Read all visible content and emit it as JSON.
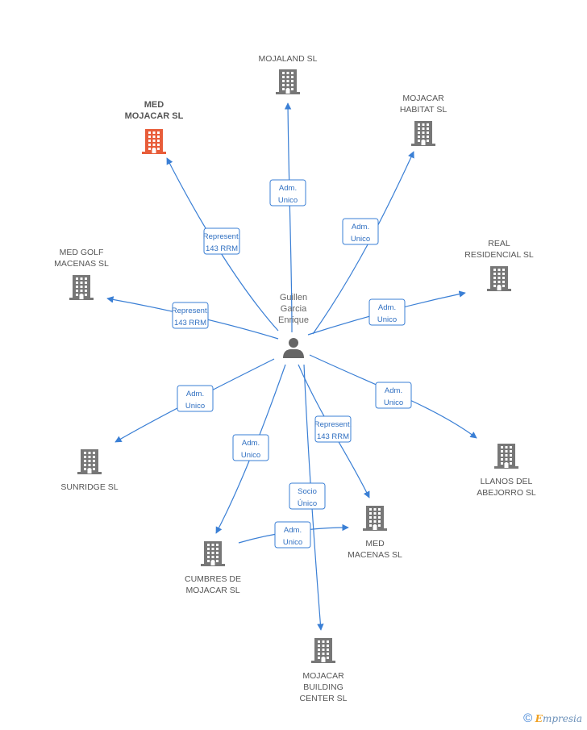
{
  "person": {
    "lines": [
      "Guillen",
      "Garcia",
      "Enrique"
    ]
  },
  "colors": {
    "accent": "#3a7fd5",
    "building": "#777777",
    "highlight": "#e85d3a"
  },
  "icons": {
    "company": "building-icon",
    "person": "person-icon"
  },
  "nodes": [
    {
      "id": "mojaland",
      "lines": [
        "MOJALAND SL"
      ]
    },
    {
      "id": "mojacar-habitat",
      "lines": [
        "MOJACAR",
        "HABITAT SL"
      ]
    },
    {
      "id": "med-mojacar",
      "lines": [
        "MED",
        "MOJACAR SL"
      ],
      "highlight": true
    },
    {
      "id": "real-residencial",
      "lines": [
        "REAL",
        "RESIDENCIAL SL"
      ]
    },
    {
      "id": "med-golf-macenas",
      "lines": [
        "MED GOLF",
        "MACENAS SL"
      ]
    },
    {
      "id": "sunridge",
      "lines": [
        "SUNRIDGE SL"
      ]
    },
    {
      "id": "llanos-abejorro",
      "lines": [
        "LLANOS DEL",
        "ABEJORRO SL"
      ]
    },
    {
      "id": "med-macenas",
      "lines": [
        "MED",
        "MACENAS SL"
      ]
    },
    {
      "id": "cumbres-mojacar",
      "lines": [
        "CUMBRES DE",
        "MOJACAR SL"
      ]
    },
    {
      "id": "mojacar-building",
      "lines": [
        "MOJACAR",
        "BUILDING",
        "CENTER  SL"
      ]
    }
  ],
  "edges": [
    {
      "lines": [
        "Adm.",
        "Unico"
      ]
    },
    {
      "lines": [
        "Adm.",
        "Unico"
      ]
    },
    {
      "lines": [
        "Represent.",
        "143 RRM"
      ]
    },
    {
      "lines": [
        "Adm.",
        "Unico"
      ]
    },
    {
      "lines": [
        "Represent.",
        "143 RRM"
      ]
    },
    {
      "lines": [
        "Adm.",
        "Unico"
      ]
    },
    {
      "lines": [
        "Adm.",
        "Unico"
      ]
    },
    {
      "lines": [
        "Represent.",
        "143 RRM"
      ]
    },
    {
      "lines": [
        "Adm.",
        "Unico"
      ]
    },
    {
      "lines": [
        "Socio",
        "Único"
      ]
    },
    {
      "lines": [
        "Adm.",
        "Unico"
      ]
    }
  ],
  "footer": {
    "symbol": "©",
    "brand_first": "E",
    "brand_rest": "mpresia"
  }
}
